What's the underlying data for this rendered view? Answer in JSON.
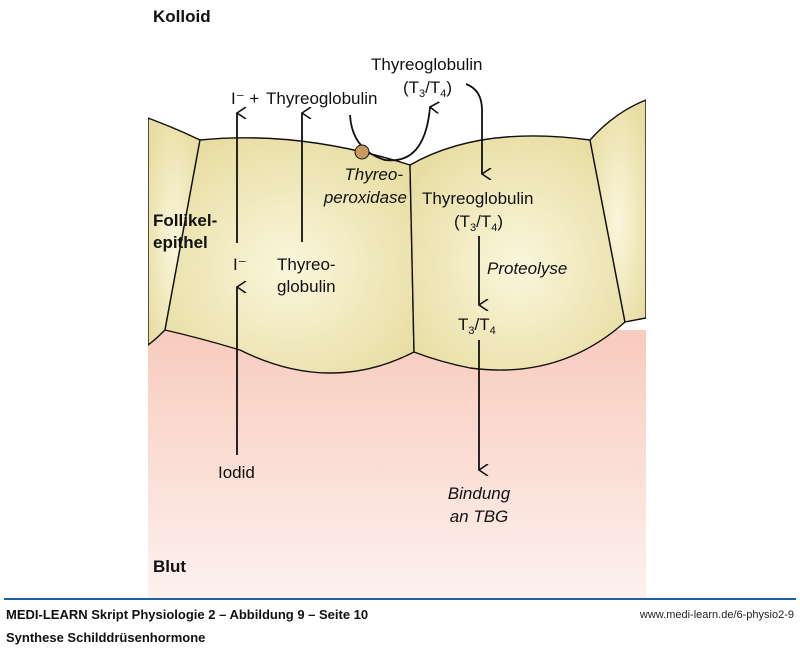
{
  "regions": {
    "colloid": "Kolloid",
    "epithelium_line1": "Follikel-",
    "epithelium_line2": "epithel",
    "blood": "Blut"
  },
  "labels": {
    "iodide_blood": "Iodid",
    "iodide_cell": "I⁻",
    "iodide_colloid": "I⁻ +",
    "thyroglobulin_colloid": "Thyreoglobulin",
    "thyroglobulin_cell_line1": "Thyreo-",
    "thyroglobulin_cell_line2": "globulin",
    "tpo_line1": "Thyreo-",
    "tpo_line2": "peroxidase",
    "tg_t3t4_colloid_line1": "Thyreoglobulin",
    "tg_t3t4_cell_line1": "Thyreoglobulin",
    "t3t4": {
      "open": "(T",
      "t3_sub": "3",
      "slash": "/T",
      "t4_sub": "4",
      "close": ")"
    },
    "proteolysis": "Proteolyse",
    "t3t4_free": {
      "t": "T",
      "t3_sub": "3",
      "slash": "/T",
      "t4_sub": "4"
    },
    "binding_line1": "Bindung",
    "binding_line2": "an TBG"
  },
  "colors": {
    "cell_fill": "#ece3ad",
    "cell_highlight": "#fbf6dc",
    "blood_top": "#f8cbbd",
    "blood_bottom": "#fdf1ee",
    "enzyme": "#c99a5b",
    "rule": "#1f5fa8"
  },
  "footer": {
    "title": "MEDI-LEARN Skript Physiologie 2 – Abbildung 9 – Seite 10",
    "url": "www.medi-learn.de/6-physio2-9",
    "subtitle": "Synthese Schilddrüsenhormone"
  }
}
